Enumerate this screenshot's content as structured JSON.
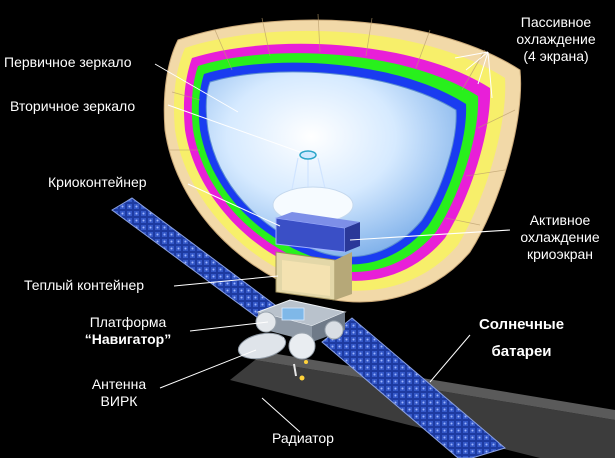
{
  "colors": {
    "background": "#000000",
    "shield_yellow": "#f7ef6a",
    "shield_cream": "#f2d9a8",
    "shield_magenta": "#e81fd8",
    "shield_green": "#28f01c",
    "shield_blue": "#1a3cf0",
    "mirror_light": "#eaf4ff",
    "mirror_blue": "#8fc0f2",
    "panel_blue": "#2440a8",
    "radiator_gray": "#4a4a4a",
    "warm_container": "#e3d7a8"
  },
  "labels": {
    "passive_cooling_line1": "Пассивное",
    "passive_cooling_line2": "охлаждение",
    "passive_cooling_line3": "(4 экрана)",
    "primary_mirror": "Первичное зеркало",
    "secondary_mirror": "Вторичное зеркало",
    "cryocontainer": "Криоконтейнер",
    "active_cooling_line1": "Активное",
    "active_cooling_line2": "охлаждение",
    "active_cooling_line3": "криоэкран",
    "warm_container": "Теплый контейнер",
    "platform_line1": "Платформа",
    "platform_line2": "“Навигатор”",
    "solar_line1": "Солнечные",
    "solar_line2": "батареи",
    "antenna_line1": "Антенна",
    "antenna_line2": "ВИРК",
    "radiator": "Радиатор"
  }
}
